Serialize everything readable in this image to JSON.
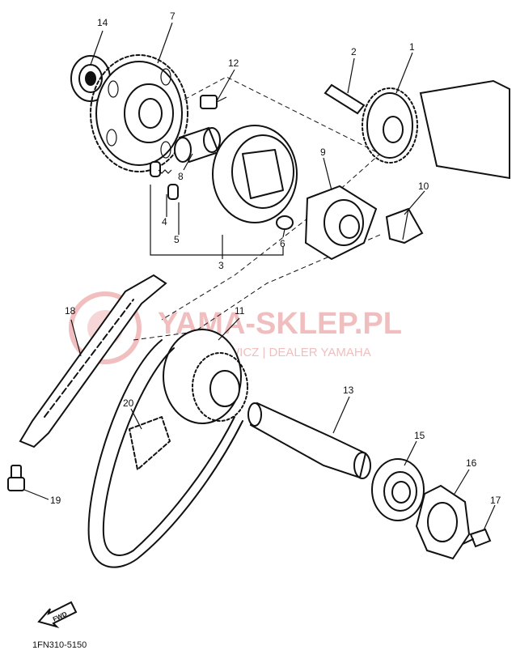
{
  "watermark": {
    "brand": "YAMA-SKLEP.PL",
    "subtitle_partial": "W        HOWICZ | DEALER YAMAHA",
    "color": "#e58a8a"
  },
  "callouts": [
    "1",
    "2",
    "3",
    "4",
    "5",
    "6",
    "7",
    "8",
    "9",
    "10",
    "11",
    "12",
    "13",
    "14",
    "15",
    "16",
    "17",
    "18",
    "19",
    "20"
  ],
  "direction_badge": "FWD",
  "diagram_code": "1FN310-5150"
}
